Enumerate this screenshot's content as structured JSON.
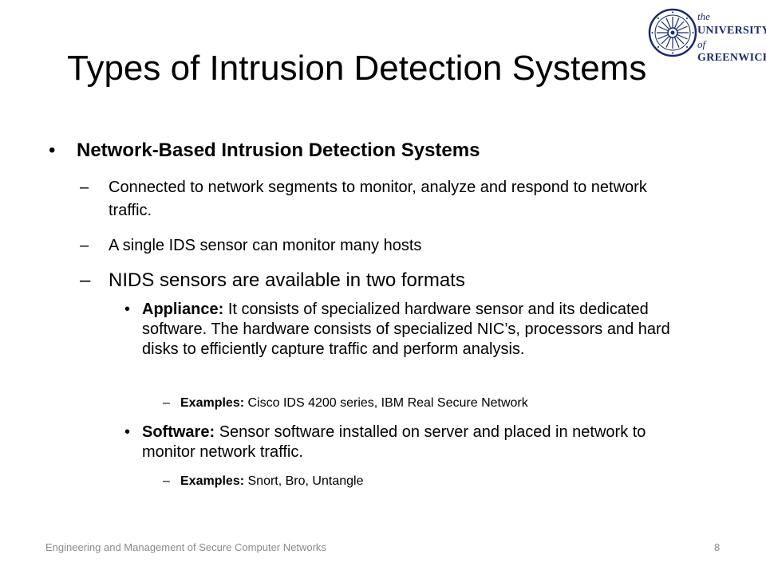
{
  "slide": {
    "title": "Types of Intrusion Detection Systems"
  },
  "logo": {
    "the": "the",
    "university": "UNIVERSITY",
    "of": "of",
    "greenwich": "GREENWICH",
    "color": "#1b2b6b"
  },
  "bullets": {
    "main": {
      "marker": "•",
      "text": "Network-Based Intrusion Detection Systems"
    },
    "sub1": {
      "marker": "–",
      "text": "Connected to network segments to monitor, analyze and respond to network traffic."
    },
    "sub2": {
      "marker": "–",
      "text": "A single IDS sensor can monitor many hosts"
    },
    "sub3": {
      "marker": "–",
      "text": "NIDS sensors are available in two formats"
    },
    "appliance": {
      "marker": "•",
      "lead": "Appliance:",
      "text": "It consists of specialized hardware sensor and its dedicated software. The hardware consists of specialized NIC’s, processors and hard disks to efficiently capture traffic and perform analysis.",
      "example": {
        "marker": "–",
        "lead": "Examples:",
        "text": "Cisco IDS 4200 series, IBM Real Secure Network"
      }
    },
    "software": {
      "marker": "•",
      "lead": "Software:",
      "text": "Sensor software installed on server and placed in network to monitor network traffic.",
      "example": {
        "marker": "–",
        "lead": "Examples:",
        "text": "Snort, Bro, Untangle"
      }
    }
  },
  "footer": {
    "text": "Engineering and Management of Secure Computer Networks",
    "page": "8"
  }
}
